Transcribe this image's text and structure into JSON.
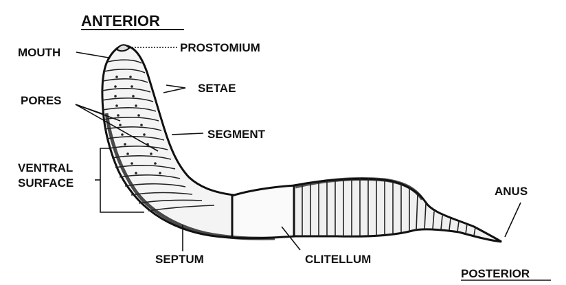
{
  "labels": {
    "anterior": "ANTERIOR",
    "posterior": "POSTERIOR",
    "mouth": "MOUTH",
    "prostomium": "PROSTOMIUM",
    "setae": "SETAE",
    "pores": "PORES",
    "segment": "SEGMENT",
    "ventral_line1": "VENTRAL",
    "ventral_line2": "SURFACE",
    "anus": "ANUS",
    "septum": "SEPTUM",
    "clitellum": "CLITELLUM"
  }
}
